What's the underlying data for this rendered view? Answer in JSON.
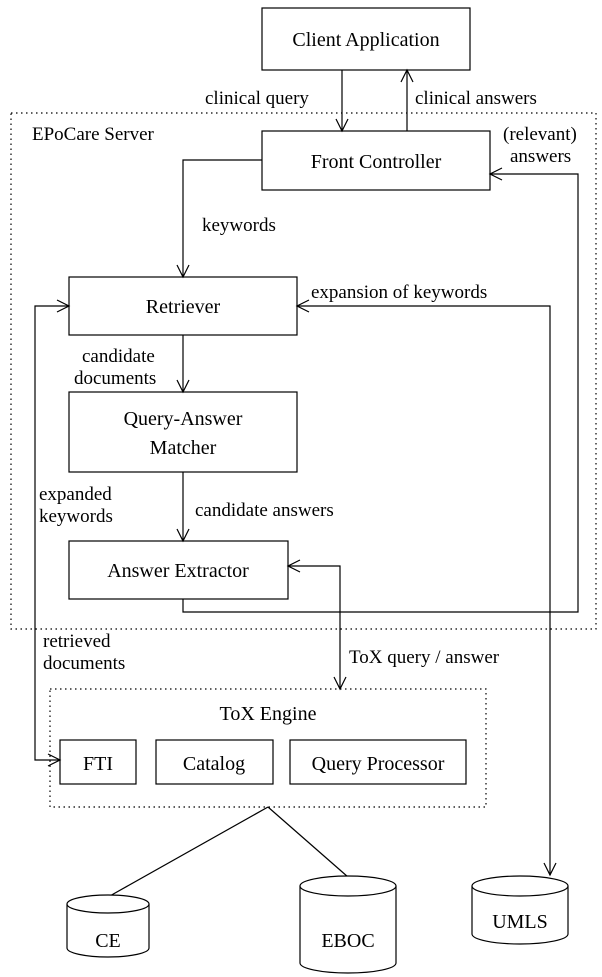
{
  "nodes": {
    "client_application": "Client Application",
    "epocare_server": "EPoCare Server",
    "front_controller": "Front Controller",
    "retriever": "Retriever",
    "query_answer_matcher_line1": "Query-Answer",
    "query_answer_matcher_line2": "Matcher",
    "answer_extractor": "Answer Extractor",
    "tox_engine": "ToX Engine",
    "fti": "FTI",
    "catalog": "Catalog",
    "query_processor": "Query Processor",
    "ce": "CE",
    "eboc": "EBOC",
    "umls": "UMLS"
  },
  "edges": {
    "clinical_query": "clinical query",
    "clinical_answers": "clinical answers",
    "relevant_line1": "(relevant)",
    "relevant_line2": "answers",
    "keywords": "keywords",
    "expansion_of_keywords": "expansion of keywords",
    "candidate_line1": "candidate",
    "candidate_line2": "documents",
    "candidate_answers": "candidate answers",
    "expanded_line1": "expanded",
    "expanded_line2": "keywords",
    "retrieved_line1": "retrieved",
    "retrieved_line2": "documents",
    "tox_query_answer": "ToX query / answer"
  }
}
